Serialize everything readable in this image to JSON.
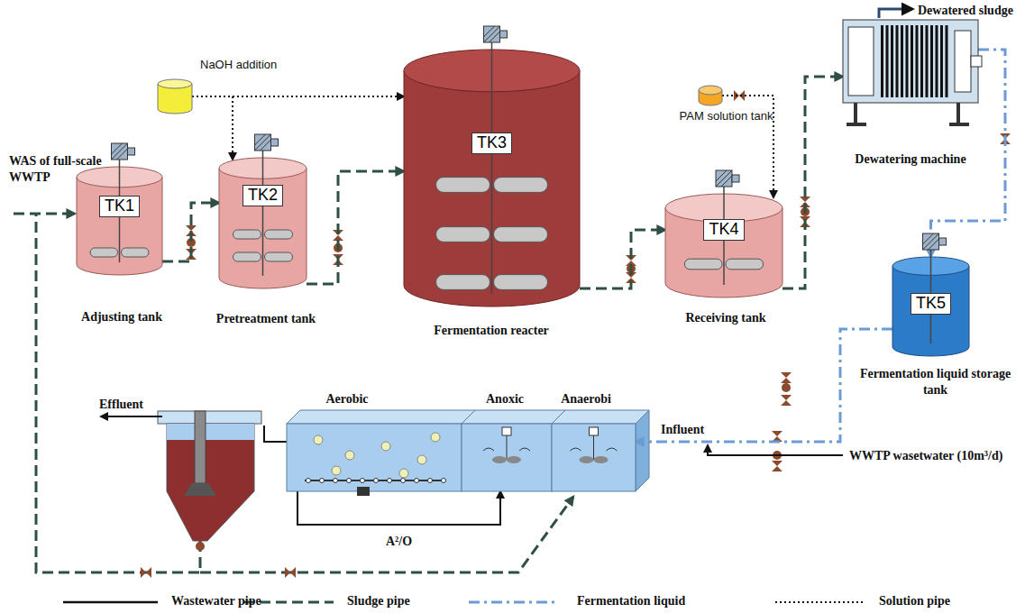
{
  "diagram": {
    "nodes": [
      {
        "text": [
          "TK1",
          "Adjusting tank"
        ]
      },
      {
        "text": [
          "NaOH addition"
        ]
      },
      {
        "text": [
          "TK2",
          "Pretreatment tank"
        ]
      },
      {
        "text": [
          "TK3",
          "Fermentation reacter"
        ]
      },
      {
        "text": [
          "PAM solution tank"
        ]
      },
      {
        "text": [
          "TK4",
          "Receiving tank"
        ]
      },
      {
        "text": [
          "Dewatering machine"
        ]
      },
      {
        "text": [
          "TK5",
          "Fermentation liquid storage tank"
        ]
      },
      {
        "text": [
          "Aerobic"
        ]
      },
      {
        "text": [
          "Anoxic"
        ]
      },
      {
        "text": [
          "Anaerobi"
        ]
      }
    ],
    "edges": [
      {
        "from": 0,
        "to": 2,
        "arrow": "to"
      },
      {
        "from": 1,
        "to": 2,
        "arrow": "to"
      },
      {
        "from": 1,
        "to": 3,
        "arrow": "to"
      },
      {
        "from": 2,
        "to": 3,
        "arrow": "to"
      },
      {
        "from": 4,
        "to": 5,
        "arrow": "to"
      },
      {
        "from": 3,
        "to": 5,
        "arrow": "to"
      },
      {
        "from": 5,
        "to": 6,
        "arrow": "to"
      },
      {
        "from": 6,
        "to": 7,
        "arrow": "to"
      },
      {
        "from": 7,
        "to": 10,
        "arrow": "to"
      },
      {
        "from": 8,
        "to": 9,
        "arrow": "to"
      }
    ],
    "labels": [
      "WAS of full-scale WWTP",
      "Dewatered sludge",
      "Effluent",
      "A²/O",
      "Influent",
      "WWTP wasetwater (10m³/d)"
    ],
    "legend": [
      {
        "text": "Wastewater pipe"
      },
      {
        "text": "Sludge pipe"
      },
      {
        "text": "Fermentation liquid"
      },
      {
        "text": "Solution pipe"
      }
    ]
  }
}
